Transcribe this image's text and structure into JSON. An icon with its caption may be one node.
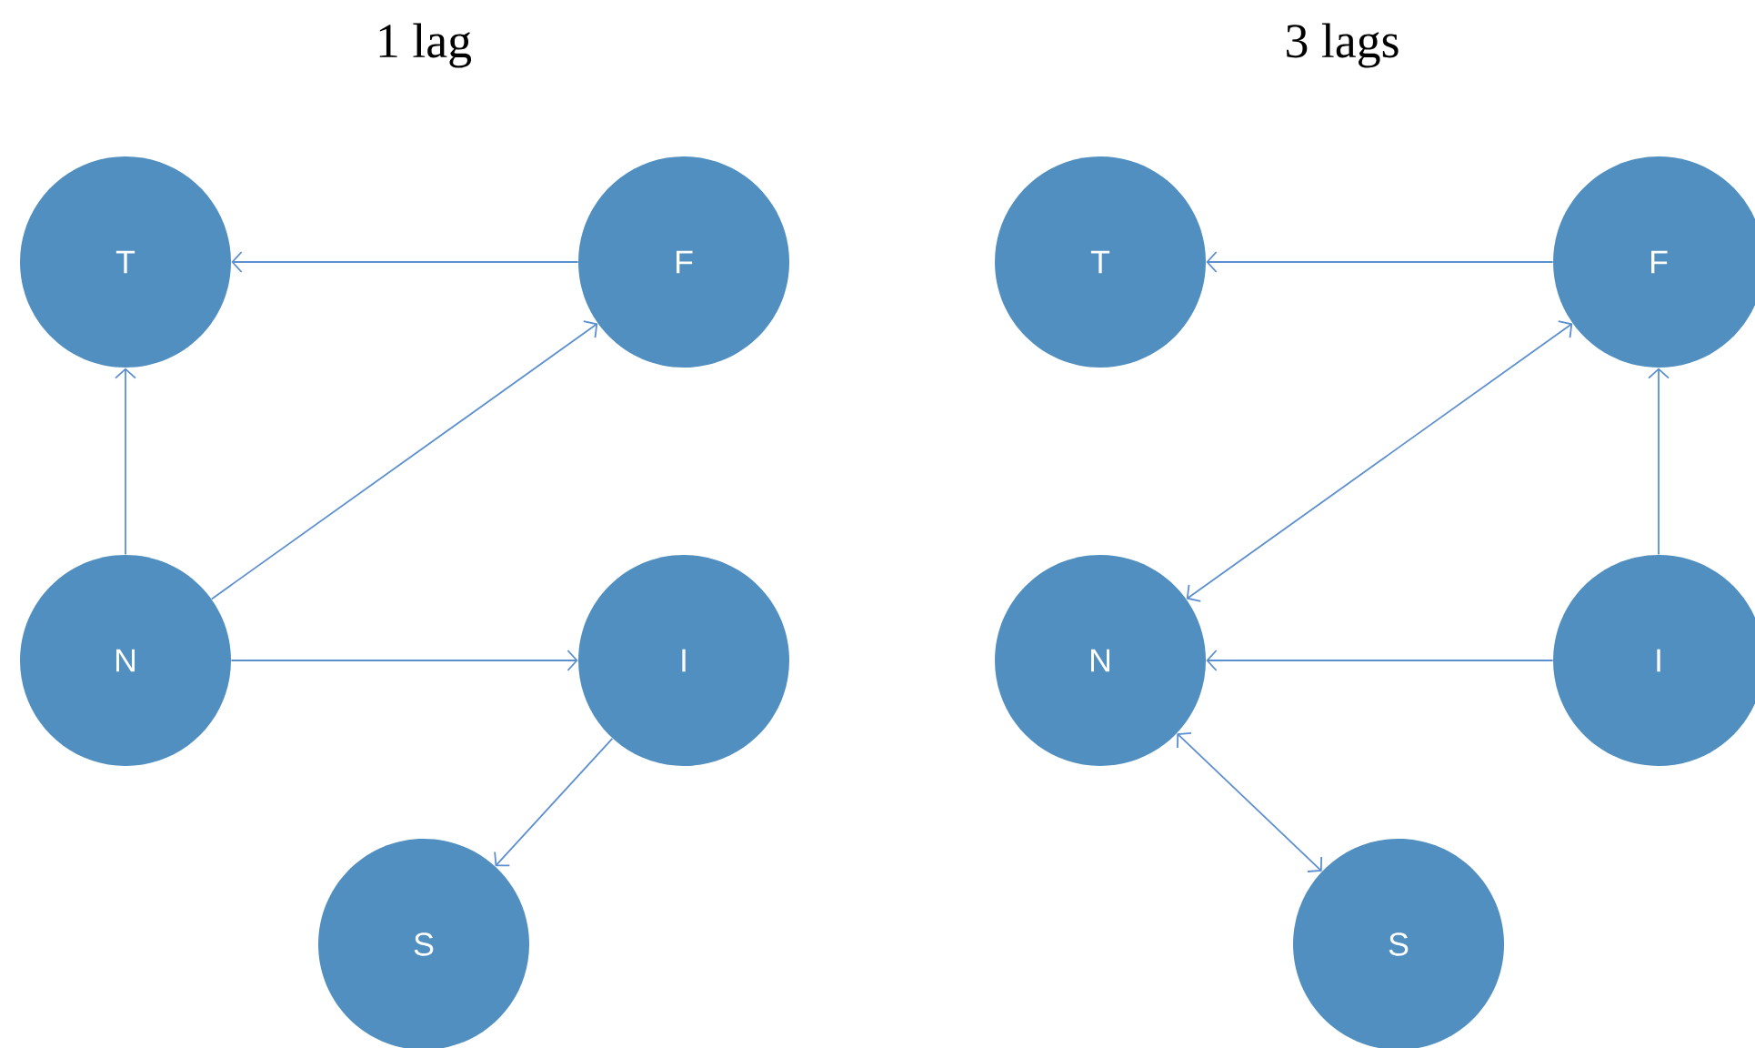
{
  "diagram": {
    "nodes": [
      {
        "text": [
          "T"
        ]
      },
      {
        "text": [
          "F"
        ]
      },
      {
        "text": [
          "N"
        ]
      },
      {
        "text": [
          "I"
        ]
      },
      {
        "text": [
          "S"
        ]
      },
      {
        "text": [
          "T"
        ]
      },
      {
        "text": [
          "F"
        ]
      },
      {
        "text": [
          "N"
        ]
      },
      {
        "text": [
          "I"
        ]
      },
      {
        "text": [
          "S"
        ]
      }
    ],
    "edges": [
      {
        "from": 1,
        "to": 0,
        "arrow": "to"
      },
      {
        "from": 2,
        "to": 0,
        "arrow": "to"
      },
      {
        "from": 2,
        "to": 1,
        "arrow": "to"
      },
      {
        "from": 2,
        "to": 3,
        "arrow": "to"
      },
      {
        "from": 3,
        "to": 4,
        "arrow": "to"
      },
      {
        "from": 6,
        "to": 5,
        "arrow": "to"
      },
      {
        "from": 6,
        "to": 7,
        "arrow": "both"
      },
      {
        "from": 8,
        "to": 7,
        "arrow": "to"
      },
      {
        "from": 8,
        "to": 6,
        "arrow": "to"
      },
      {
        "from": 7,
        "to": 9,
        "arrow": "both"
      }
    ],
    "labels": [
      "1 lag",
      "3 lags"
    ]
  }
}
